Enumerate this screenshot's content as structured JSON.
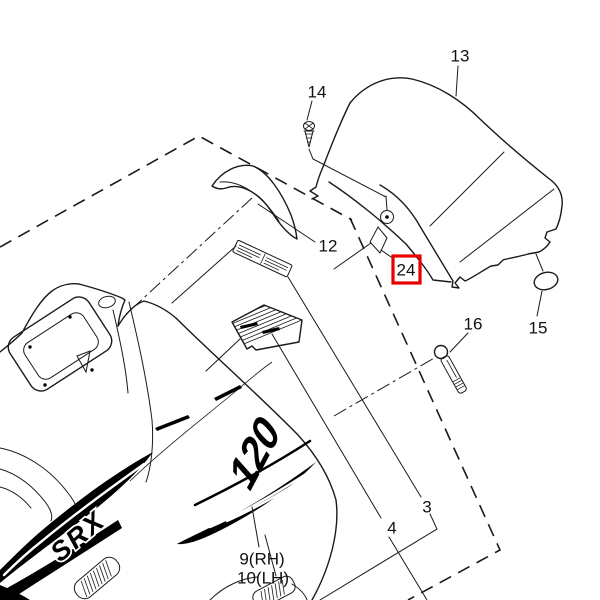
{
  "figure": {
    "type": "exploded-parts-diagram",
    "background": "#ffffff",
    "line_color": "#1a1a1a",
    "highlight_color": "#e60000",
    "callouts": [
      {
        "part": "13",
        "highlighted": false
      },
      {
        "part": "14",
        "highlighted": false
      },
      {
        "part": "12",
        "highlighted": false
      },
      {
        "part": "24",
        "highlighted": true
      },
      {
        "part": "15",
        "highlighted": false
      },
      {
        "part": "16",
        "highlighted": false
      },
      {
        "part": "3",
        "highlighted": false
      },
      {
        "part": "4",
        "highlighted": false
      },
      {
        "part": "9(RH)",
        "highlighted": false
      },
      {
        "part": "10(LH)",
        "highlighted": false
      }
    ],
    "decals": {
      "side_number": "120",
      "model_logo": "SRX"
    }
  }
}
